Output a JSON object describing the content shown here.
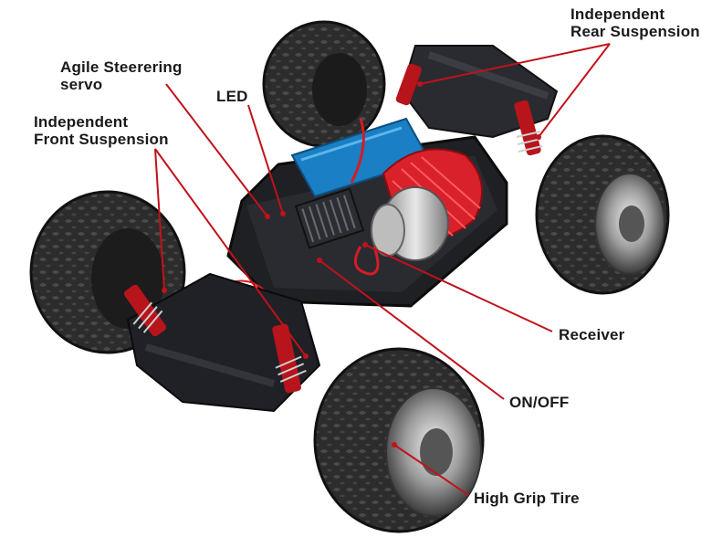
{
  "labels": {
    "rear_suspension": "Independent\nRear Suspension",
    "steering_servo": "Agile Steerering\nservo",
    "led": "LED",
    "front_suspension": "Independent\nFront Suspension",
    "receiver": "Receiver",
    "on_off": "ON/OFF",
    "tire": "High Grip Tire"
  },
  "colors": {
    "leader_line": "#c0121b",
    "motor_heatsink": "#d8212a",
    "chassis": "#1f2024",
    "tire": "#2b2b2b",
    "battery": "#1a7fc4"
  }
}
